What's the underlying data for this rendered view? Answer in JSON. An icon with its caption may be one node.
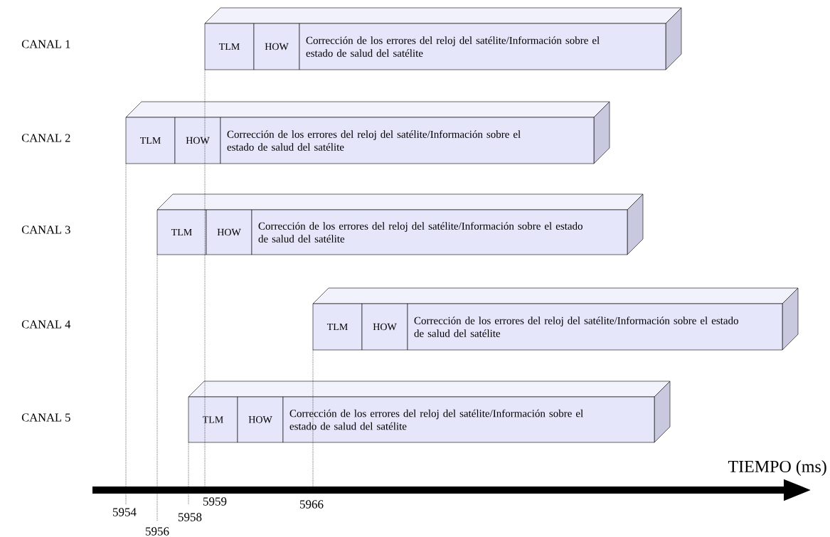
{
  "diagram": {
    "nodes": [
      {
        "text": [
          "TLM"
        ]
      },
      {
        "text": [
          "HOW"
        ]
      },
      {
        "text": [
          "Corrección de los errores del reloj del satélite/Información sobre el estado de salud del satélite"
        ]
      },
      {
        "text": [
          "TLM"
        ]
      },
      {
        "text": [
          "HOW"
        ]
      },
      {
        "text": [
          "Corrección de los errores del reloj del satélite/Información sobre el estado de salud del satélite"
        ]
      },
      {
        "text": [
          "TLM"
        ]
      },
      {
        "text": [
          "HOW"
        ]
      },
      {
        "text": [
          "Corrección de los errores del reloj del satélite/Información sobre el estado de salud del satélite"
        ]
      },
      {
        "text": [
          "TLM"
        ]
      },
      {
        "text": [
          "HOW"
        ]
      },
      {
        "text": [
          "Corrección de los errores del reloj del satélite/Información sobre el estado de salud del satélite"
        ]
      },
      {
        "text": [
          "TLM"
        ]
      },
      {
        "text": [
          "HOW"
        ]
      },
      {
        "text": [
          "Corrección de los errores del reloj del satélite/Información sobre el estado de salud del satélite"
        ]
      },
      {
        "text": [
          "5954"
        ]
      },
      {
        "text": [
          "5956"
        ]
      },
      {
        "text": [
          "5958"
        ]
      },
      {
        "text": [
          "5959"
        ]
      },
      {
        "text": [
          "5966"
        ]
      }
    ],
    "edges": [
      {
        "from": 15,
        "to": 3,
        "arrow": "none",
        "style": "dashed"
      },
      {
        "from": 16,
        "to": 6,
        "arrow": "none",
        "style": "dashed"
      },
      {
        "from": 17,
        "to": 12,
        "arrow": "none",
        "style": "dashed"
      },
      {
        "from": 18,
        "to": 0,
        "arrow": "none",
        "style": "dashed"
      },
      {
        "from": 19,
        "to": 9,
        "arrow": "none",
        "style": "dashed"
      }
    ],
    "labels": [
      "CANAL 1",
      "CANAL 2",
      "CANAL 3",
      "CANAL 4",
      "CANAL 5",
      "TIEMPO (ms)"
    ]
  }
}
